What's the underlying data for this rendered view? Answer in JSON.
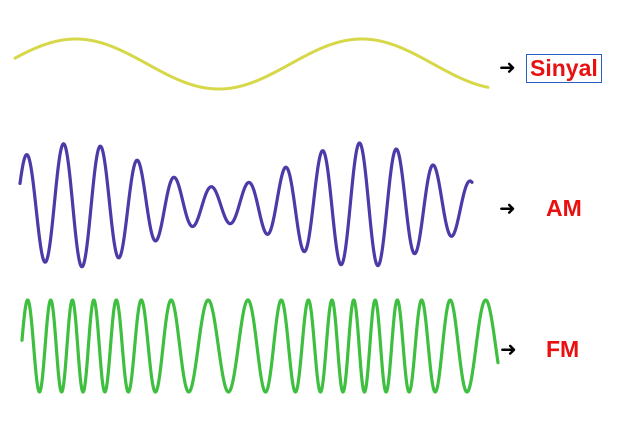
{
  "labels": {
    "signal": "Sinyal",
    "am": "AM",
    "fm": "FM"
  },
  "icons": {
    "arrow": "right-arrow-icon"
  },
  "colors": {
    "signal_wave": "#d6d84a",
    "am_wave": "#4b3aa8",
    "fm_wave": "#3fbf3f",
    "label_text": "#e81010",
    "label_box_border": "#2a5fc2",
    "arrow": "#000000"
  }
}
